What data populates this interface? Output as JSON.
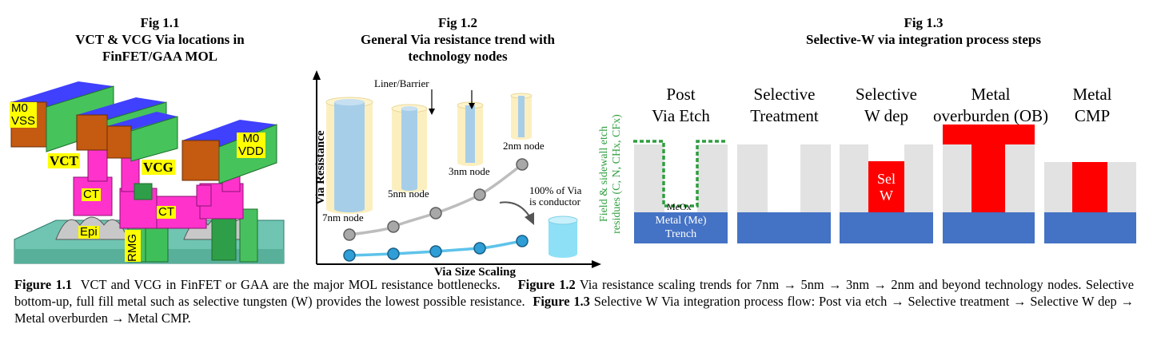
{
  "fig11": {
    "title": "Fig 1.1",
    "subtitle_1": "VCT & VCG Via locations in",
    "subtitle_2": "FinFET/GAA MOL",
    "labels": {
      "m0_left_1": "M0",
      "m0_left_2": "VSS",
      "vct": "VCT",
      "vcg": "VCG",
      "ct_left": "CT",
      "ct_right": "CT",
      "epi": "Epi",
      "rmg": "RMG",
      "m0_right_1": "M0",
      "m0_right_2": "VDD"
    }
  },
  "fig12": {
    "title": "Fig 1.2",
    "subtitle_1": "General Via resistance trend with",
    "subtitle_2": "technology nodes",
    "y_axis_label": "Via Resistance",
    "x_axis_label": "Via Size Scaling",
    "liner_label": "Liner/Barrier",
    "node_labels": [
      "7nm node",
      "5nm node",
      "3nm node",
      "2nm node"
    ],
    "conductor_label_1": "100% of Via",
    "conductor_label_2": "is conductor"
  },
  "fig13": {
    "title": "Fig 1.3",
    "subtitle": "Selective-W via integration process steps",
    "side_label_1": "Field & sidewall etch",
    "side_label_2": "residues (C, N, CHx, CFx)",
    "steps": [
      {
        "line1": "Post",
        "line2": "Via Etch"
      },
      {
        "line1": "Selective",
        "line2": "Treatment"
      },
      {
        "line1": "Selective",
        "line2": "W dep"
      },
      {
        "line1": "Metal",
        "line2": "overburden (OB)"
      },
      {
        "line1": "Metal",
        "line2": "CMP"
      }
    ],
    "meox_label": "MeOx",
    "metal_label_1": "Metal (Me)",
    "metal_label_2": "Trench",
    "selw_label_1": "Sel",
    "selw_label_2": "W",
    "colors": {
      "metal": "#4472c4",
      "tungsten": "#ff0000",
      "dielectric": "#e2e2e2",
      "residue": "#2e9e3e"
    }
  },
  "caption": {
    "fig11_label": "Figure 1.1",
    "fig11_text": "  VCT and VCG in FinFET or GAA are the major MOL resistance bottlenecks.    ",
    "fig12_label": "Figure 1.2",
    "fig12_text": " Via resistance scaling trends for 7nm → 5nm → 3nm → 2nm and beyond technology nodes. Selective bottom-up, full fill metal such as selective tungsten (W) provides the lowest possible resistance.  ",
    "fig13_label": "Figure 1.3",
    "fig13_text": " Selective W Via integration process flow: Post via etch → Selective treatment → Selective W dep → Metal overburden → Metal CMP."
  }
}
